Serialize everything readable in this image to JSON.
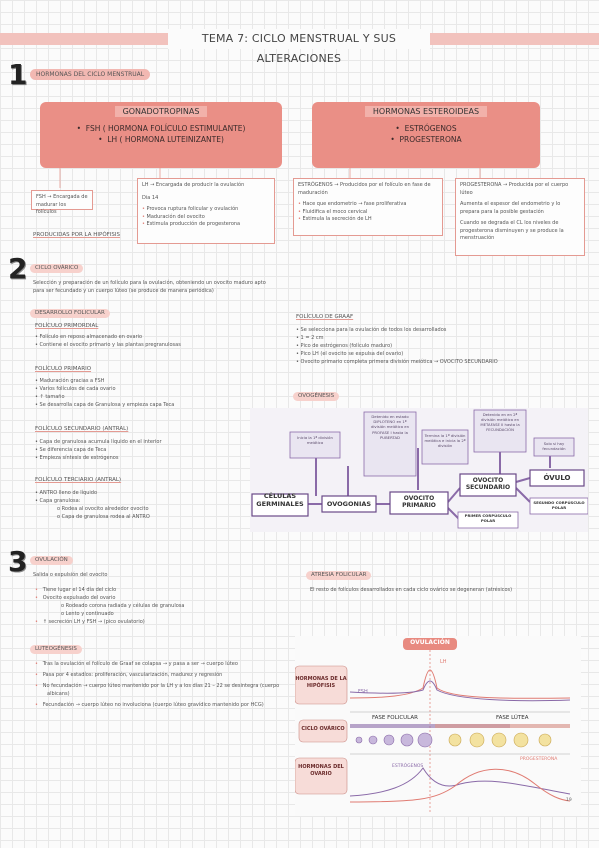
{
  "title": "TEMA 7: CICLO MENSTRUAL Y SUS ALTERACIONES",
  "sections": [
    {
      "num": "1",
      "label": "HORMONAS DEL CICLO MENSTRUAL"
    },
    {
      "num": "2",
      "label": "CICLO OVÁRICO"
    },
    {
      "num": "3",
      "label": "OVULACIÓN"
    }
  ],
  "gonado": {
    "head": "GONADOTROPINAS",
    "lines": [
      "FSH ( HORMONA FOLÍCULO ESTIMULANTE)",
      "LH ( HORMONA LUTEINIZANTE)"
    ]
  },
  "esteroides": {
    "head": "HORMONAS ESTEROIDEAS",
    "lines": [
      "ESTRÓGENOS",
      "PROGESTERONA"
    ]
  },
  "fsh_card": "FSH → Encargada de madurar los folículos",
  "producidas": "PRODUCIDAS POR LA HIPÓFISIS",
  "lh_card": {
    "title": "LH → Encargada de producir la ovulación",
    "day": "Dia 14",
    "items": [
      "Provoca ruptura folicular y ovulación",
      "Maduración del ovocito",
      "Estimula producción de progesterona"
    ]
  },
  "estro_card": {
    "title": "ESTRÓGENOS → Producidos por el folículo en fase de maduración",
    "items": [
      "Hace que endometrio → fase proliferativa",
      "Fluidifica el moco cervical",
      "Estimula la secreción de LH"
    ]
  },
  "proge_card": {
    "title": "PROGESTERONA → Producida por el cuerpo lúteo",
    "p1": "Aumenta el espesor del endometrio y lo prepara para la posible gestación",
    "p2": "Cuando se degrada el CL los niveles de progesterona disminuyen y se produce la menstruación"
  },
  "ciclo_intro": "Selección y preparación de un folículo para la ovulación, obteniendo un ovocito maduro apto para ser fecundado y un cuerpo lúteo (se produce de manera periódica)",
  "desarrollo": "DESARROLLO FOLICULAR",
  "primordial": {
    "label": "FOLÍCULO PRIMORDIAL",
    "items": [
      "Folículo en reposo almacenado en ovario",
      "Contiene el ovocito primario y las plantas pregranulosas"
    ]
  },
  "primario": {
    "label": "FOLÍCULO PRIMARIO",
    "items": [
      "Maduración gracias a FSH",
      "Varios folículos de cada ovario",
      "↑ tamaño",
      "Se desarrolla capa de Granulosa y empieza capa Teca"
    ]
  },
  "secundario": {
    "label": "FOLÍCULO SECUNDARIO (ANTRAL)",
    "items": [
      "Capa de granulosa acumula líquido en el interior",
      "Se diferencia capa de Teca",
      "Empieza síntesis de estrógenos"
    ]
  },
  "terciario": {
    "label": "FOLÍCULO TERCIARIO (ANTRAL)",
    "items": [
      "ANTRO lleno de líquido",
      "Capa granulosa:"
    ],
    "sub": [
      "o Rodea al ovocito alrededor ovocito",
      "o Capa de granulosa  rodea al ANTRO"
    ]
  },
  "degraaf": {
    "label": "FOLÍCULO DE GRAAF",
    "items": [
      "Se selecciona para la ovulación de todos los desarrollados",
      "1 = 2 cm",
      "Pico de estrógenos (folículo maduro)",
      "Pico LH (el ovocito se expulsa del ovario)",
      "Ovocito primario completa primera división meiótica → OVOCITO SECUNDARIO"
    ]
  },
  "ovogenesis": {
    "label": "OVOGÉNESIS",
    "nodes": [
      "CÉLULAS GERMINALES",
      "OVOGONIAS",
      "OVOCITO PRIMARIO",
      "OVOCITO SECUNDARIO",
      "ÓVULO"
    ],
    "notes": [
      "Inicia la 1ª división meiótica",
      "Detenido en estado DIPLOTENO en 1ª división meiótica en PROFASE I hasta la PUBERTAD",
      "Termina la 1ª división meiótica e inicia la 2ª división",
      "Detenido en en 2ª división meiótica en METAFASE II hasta la FECUNDACIÓN",
      "Solo si hay fecundación"
    ],
    "bodies": [
      "PRIMER CORPÚSCULO POLAR",
      "SEGUNDO CORPÚSCULO POLAR"
    ]
  },
  "ovulacion": {
    "intro": "Salida o expulsión del ovocito",
    "items": [
      "Tiene lugar el 14 día del ciclo",
      "Ovocito expulsado del ovario",
      "↑ secreción LH y FSH  →  (pico ovulatorio)"
    ],
    "sub": [
      "o Rodeado corona radiada y células de granulosa",
      "o Lento y continuado"
    ]
  },
  "atresia": {
    "label": "ATRESIA FOLICULAR",
    "text": "El resto de folículos desarrollados en cada ciclo ovárico se degeneran (atrésicos)"
  },
  "luteogenesis": {
    "label": "LUTEOGÉNESIS",
    "items": [
      "Tras la ovulación el folículo de Graaf  se colapsa  → y pasa a ser  → cuerpo lúteo",
      "Pasa por 4 estadíos: proliferación, vascularización, madurez y regresión",
      "No fecundación → cuerpo lúteo mantenido por la LH y a los días 21 – 22 se desintegra (cuerpo albicans)",
      "Fecundación → cuerpo lúteo no involuciona (cuerpo lúteo gravídico mantenido por HCG)"
    ]
  },
  "chart": {
    "ovulacion": "OVULACIÓN",
    "rows": [
      "HORMONAS DE LA HIPÓFISIS",
      "CICLO OVÁRICO",
      "HORMONAS DEL OVARIO"
    ],
    "lh": "LH",
    "fsh": "FSH",
    "fase_folicular": "FASE FOLICULAR",
    "fase_lutea": "FASE LÚTEA",
    "estrogenos": "ESTRÓGENOS",
    "progesterona": "PROGESTERONA",
    "page": "19"
  },
  "colors": {
    "accent": "#ea8f86",
    "pill": "#f2b8b2",
    "purple": "#8a6aa8",
    "note_bg": "#e9e5f1"
  }
}
